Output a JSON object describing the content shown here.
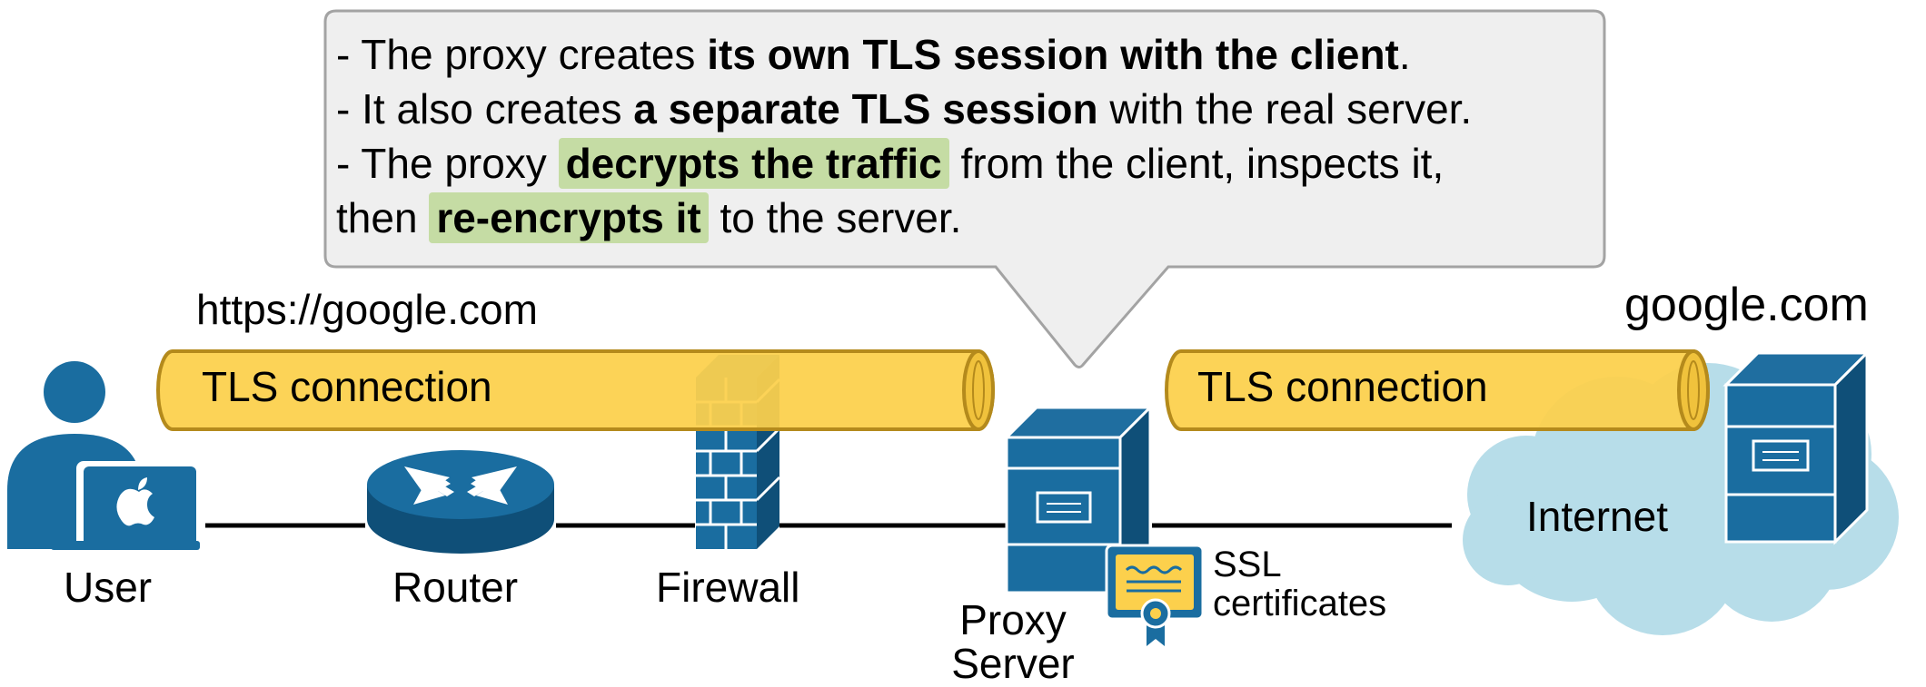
{
  "callout": {
    "line1": {
      "pre": "- The proxy creates ",
      "bold": "its own TLS session with the client",
      "post": "."
    },
    "line2": {
      "pre": "- It also creates ",
      "bold": "a separate TLS session",
      "post": " with the real server."
    },
    "line3": {
      "pre": "- The proxy ",
      "bold": "decrypts the traffic",
      "post": " from the client, inspects it,"
    },
    "line4": {
      "pre": "then ",
      "bold": "re-encrypts it",
      "post": " to the server."
    }
  },
  "urls": {
    "client_url": "https://google.com",
    "server_host": "google.com"
  },
  "tunnels": {
    "left_label": "TLS connection",
    "right_label": "TLS connection"
  },
  "nodes": {
    "user": "User",
    "router": "Router",
    "firewall": "Firewall",
    "proxy_line1": "Proxy",
    "proxy_line2": "Server",
    "internet": "Internet"
  },
  "certificate": {
    "line1": "SSL",
    "line2": "certificates"
  },
  "colors": {
    "device_blue": "#1a6da0",
    "device_dark": "#0f4f78",
    "tunnel_yellow": "#fcd04c",
    "tunnel_border": "#b48a1c",
    "cloud": "#b7dde9",
    "callout_bg": "#efefef",
    "highlight": "#c5dca4"
  }
}
